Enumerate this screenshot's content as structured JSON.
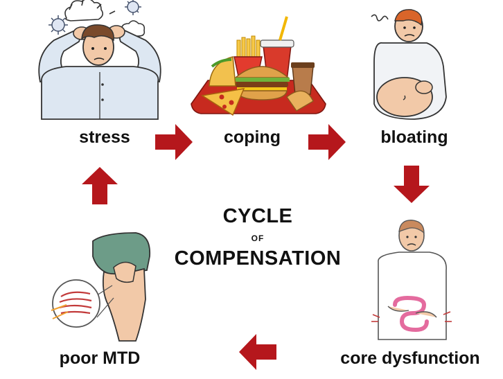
{
  "title": {
    "line1": "CYCLE",
    "line2": "OF",
    "line3": "COMPENSATION"
  },
  "stages": {
    "stress": "stress",
    "coping": "coping",
    "bloating": "bloating",
    "core_dysfunction": "core dysfunction",
    "poor_mtd": "poor MTD"
  },
  "colors": {
    "arrow": "#b5171c",
    "text": "#111111"
  }
}
